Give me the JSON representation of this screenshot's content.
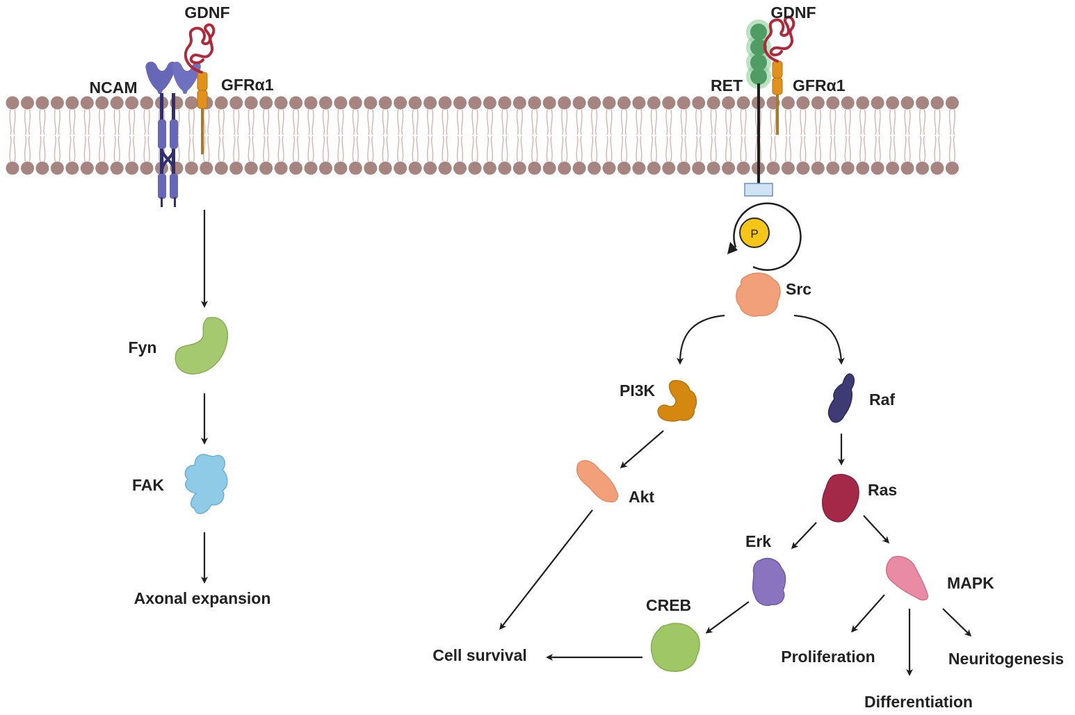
{
  "colors": {
    "lipid_head": "#a68580",
    "lipid_tail": "#d6b3ae",
    "ncam": "#6667b6",
    "ncam_dark": "#2f2f6e",
    "gfra1": "#e0921c",
    "gdnf": "#b0283a",
    "ret": "#5aa870",
    "fyn": "#a5c96f",
    "fak": "#8fcbe6",
    "src": "#f2a07a",
    "pi3k": "#d5880f",
    "raf": "#3d3a74",
    "akt": "#f2a07a",
    "ras": "#a42848",
    "erk": "#8a73bf",
    "mapk": "#e98ba4",
    "creb": "#9fc766",
    "phospho": "#f5c518"
  },
  "left": {
    "gdnf_label": "GDNF",
    "ncam_label": "NCAM",
    "gfra1_label": "GFRα1",
    "fyn_label": "Fyn",
    "fak_label": "FAK",
    "outcome_label": "Axonal expansion"
  },
  "right": {
    "gdnf_label": "GDNF",
    "ret_label": "RET",
    "gfra1_label": "GFRα1",
    "phospho_label": "P",
    "src_label": "Src",
    "pi3k_label": "PI3K",
    "raf_label": "Raf",
    "akt_label": "Akt",
    "ras_label": "Ras",
    "erk_label": "Erk",
    "mapk_label": "MAPK",
    "creb_label": "CREB",
    "cell_survival_label": "Cell survival",
    "proliferation_label": "Proliferation",
    "differentiation_label": "Differentiation",
    "neuritogenesis_label": "Neuritogenesis"
  }
}
